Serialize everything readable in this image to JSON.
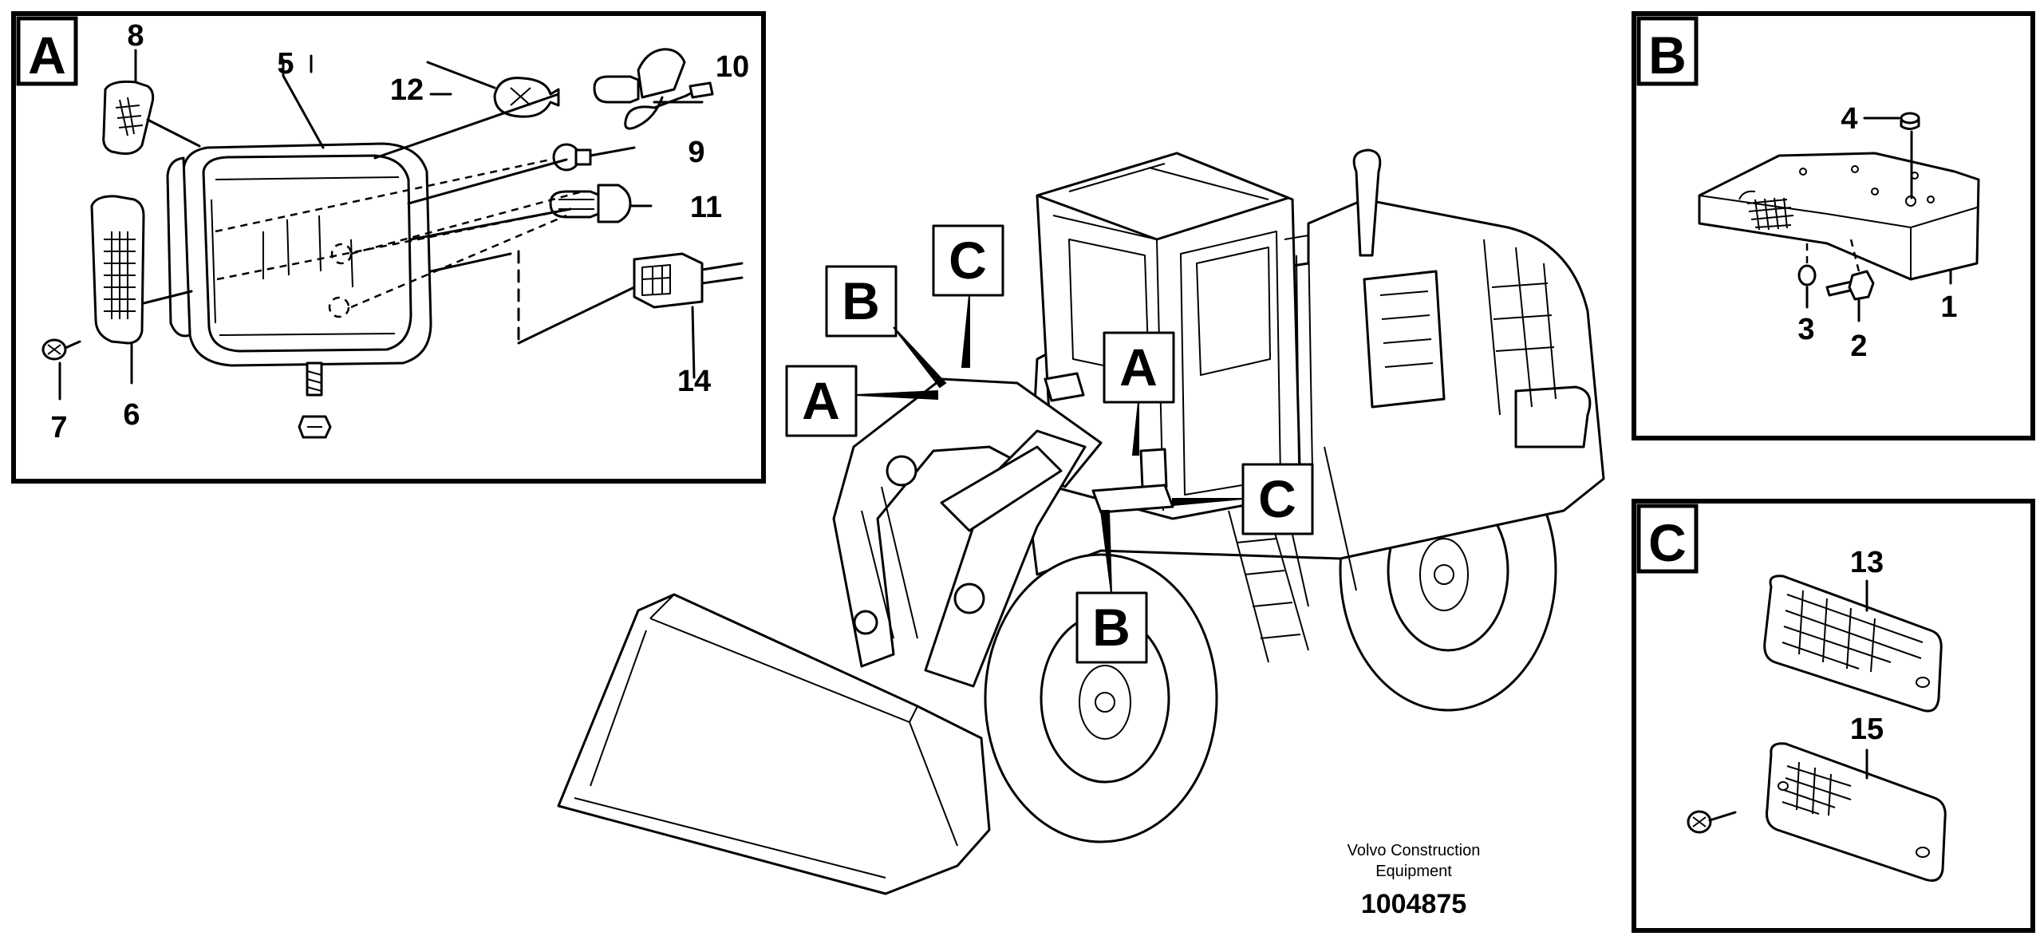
{
  "panels": {
    "A": {
      "letter": "A"
    },
    "B": {
      "letter": "B"
    },
    "C": {
      "letter": "C"
    }
  },
  "labels": {
    "p1": "1",
    "p2": "2",
    "p3": "3",
    "p4": "4",
    "p5": "5",
    "p6": "6",
    "p7": "7",
    "p8": "8",
    "p9": "9",
    "p10": "10",
    "p11": "11",
    "p12": "12",
    "p13": "13",
    "p14": "14",
    "p15": "15"
  },
  "callouts": {
    "left_B": "B",
    "left_C": "C",
    "left_A": "A",
    "mid_A": "A",
    "mid_C": "C",
    "mid_B": "B"
  },
  "caption": {
    "line1": "Volvo Construction",
    "line2": "Equipment",
    "ref": "1004875"
  }
}
